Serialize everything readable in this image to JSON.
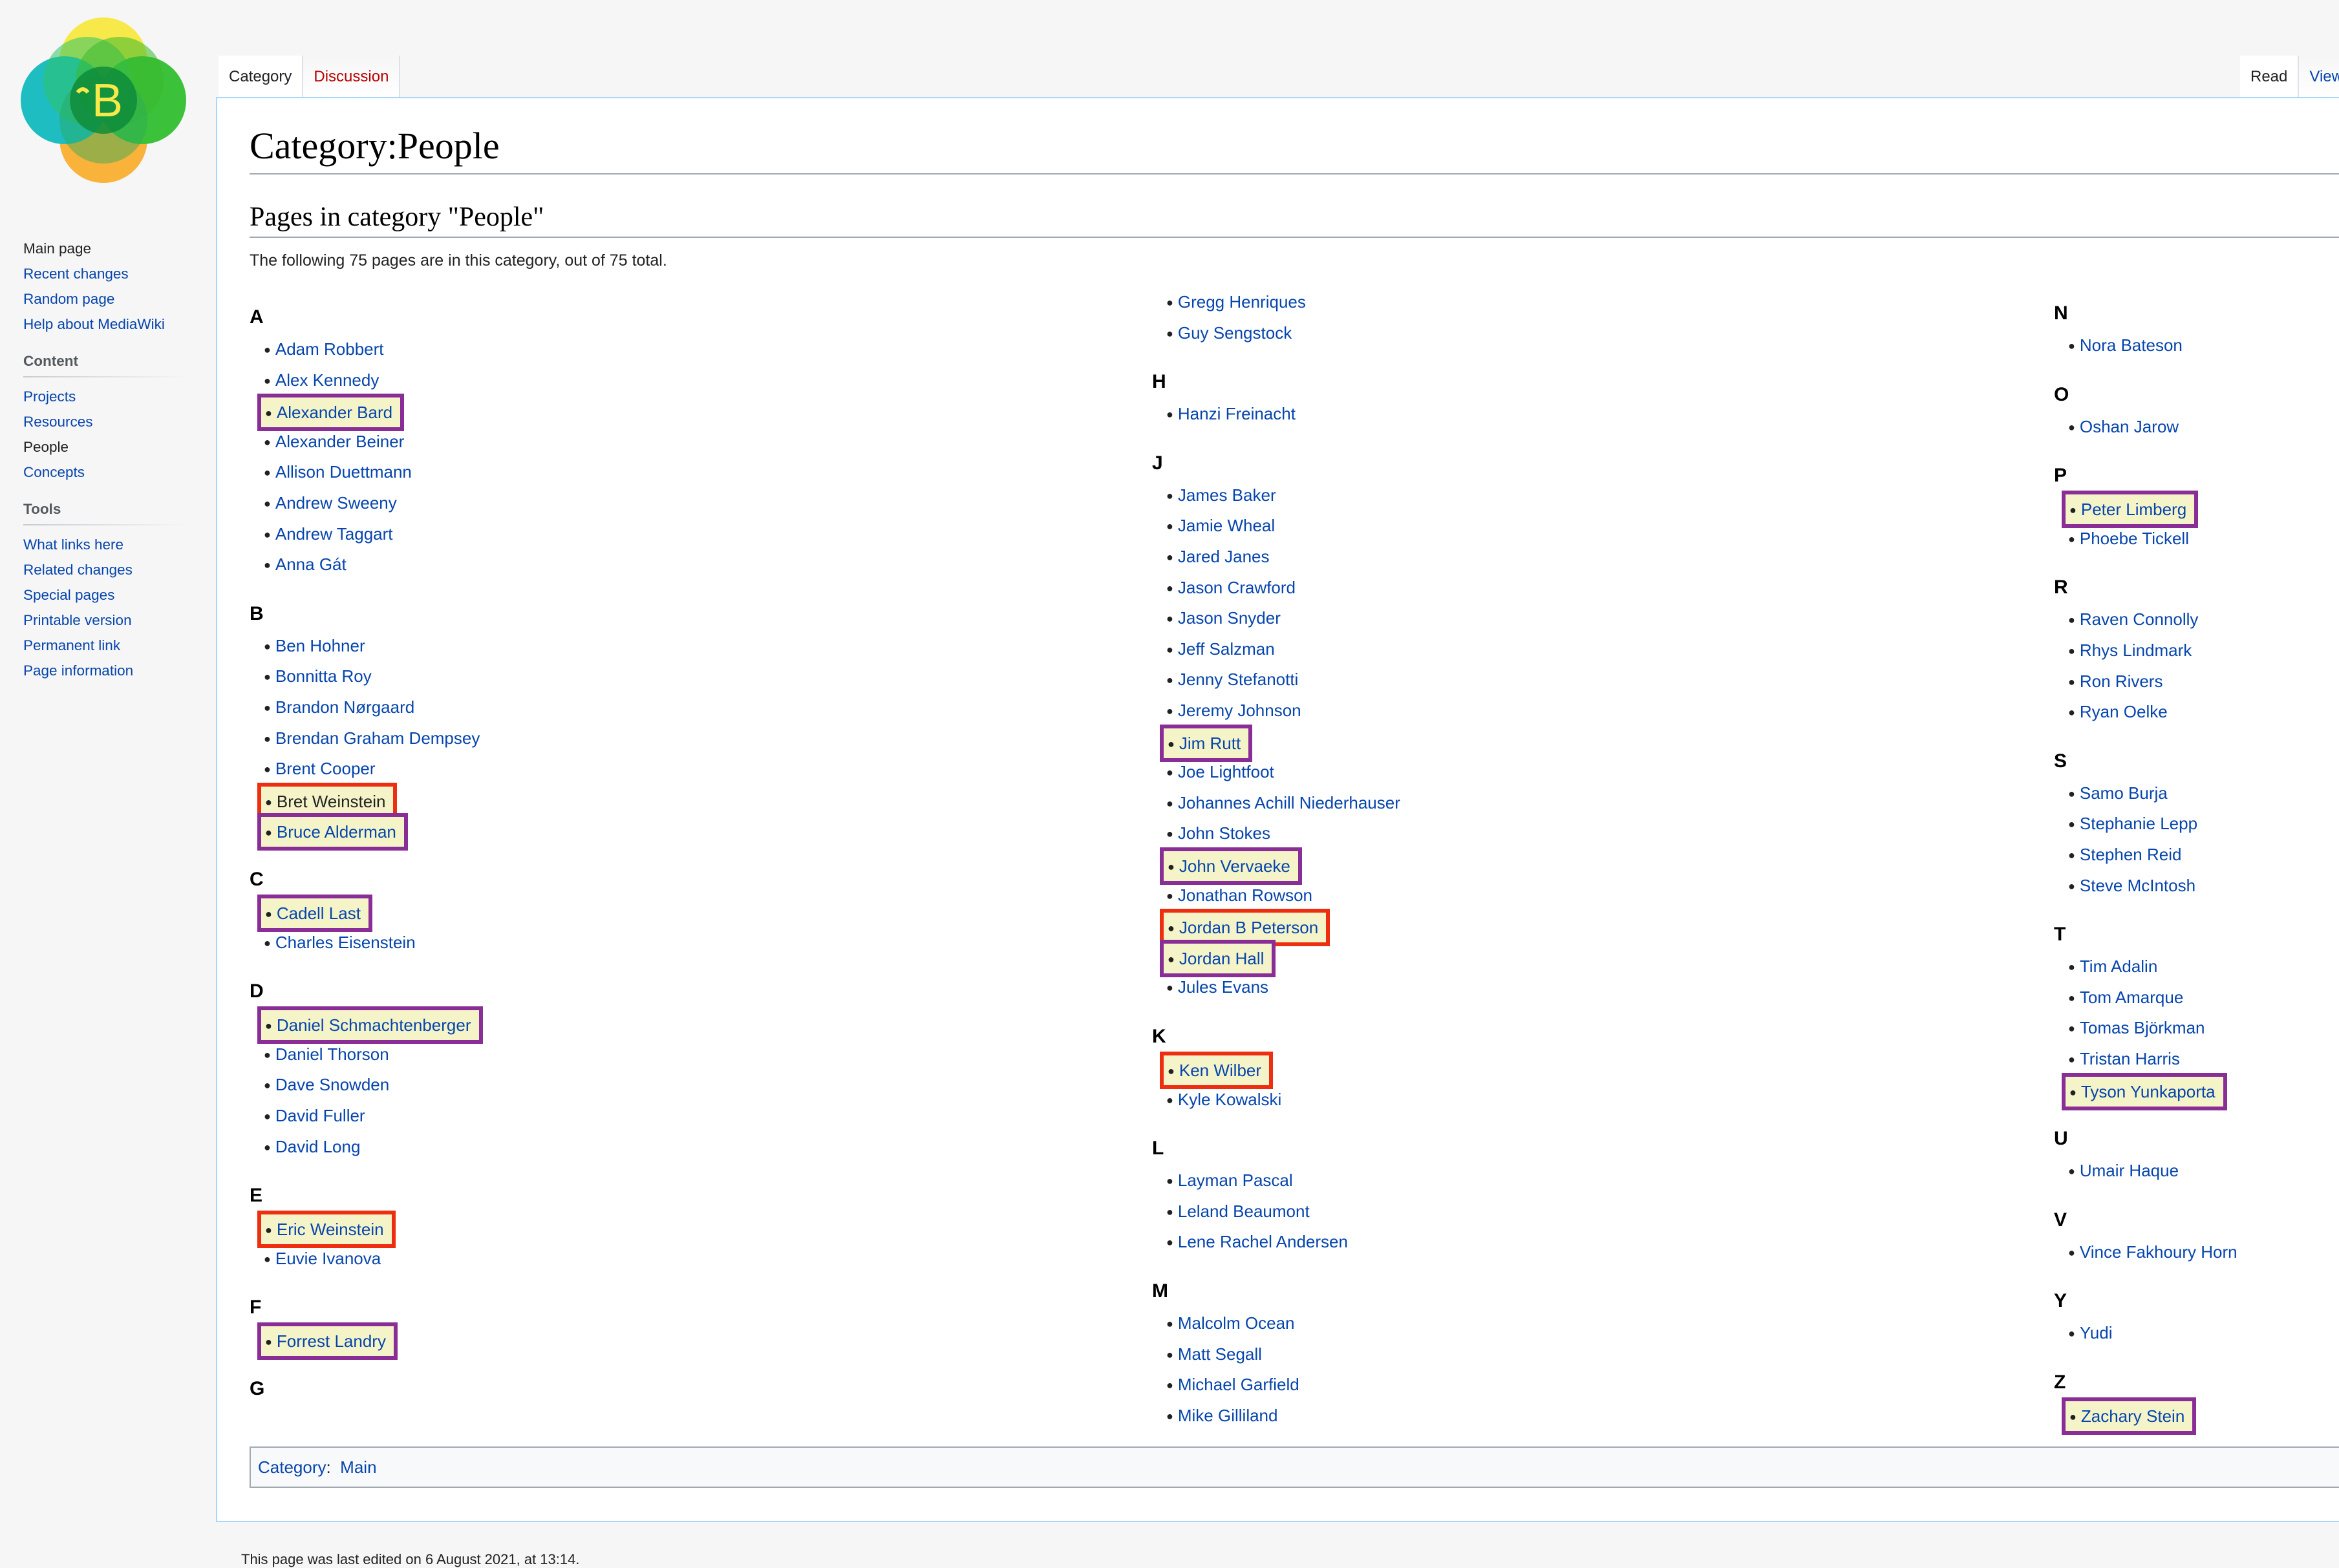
{
  "site": {
    "logo_letter": "B",
    "colors": {
      "logo_yellow": "#f7e94a",
      "logo_green": "#3cc13a",
      "logo_teal": "#1dbdc2",
      "logo_orange": "#f9b23a",
      "link": "#0645ad",
      "highlight_purple": "#8a2e97",
      "highlight_red": "#ee2e10",
      "highlight_fill": "#f5f4c9"
    }
  },
  "sidebar": {
    "navigation": [
      {
        "label": "Main page",
        "current": true
      },
      {
        "label": "Recent changes"
      },
      {
        "label": "Random page"
      },
      {
        "label": "Help about MediaWiki"
      }
    ],
    "content_heading": "Content",
    "content": [
      {
        "label": "Projects"
      },
      {
        "label": "Resources"
      },
      {
        "label": "People",
        "current": true
      },
      {
        "label": "Concepts"
      }
    ],
    "tools_heading": "Tools",
    "tools": [
      {
        "label": "What links here"
      },
      {
        "label": "Related changes"
      },
      {
        "label": "Special pages"
      },
      {
        "label": "Printable version"
      },
      {
        "label": "Permanent link"
      },
      {
        "label": "Page information"
      }
    ]
  },
  "tabs": {
    "left": [
      {
        "label": "Category",
        "selected": true
      },
      {
        "label": "Discussion",
        "new": true
      }
    ],
    "right": [
      {
        "label": "Read",
        "selected": true
      },
      {
        "label": "View"
      }
    ]
  },
  "page": {
    "title": "Category:People",
    "subheading": "Pages in category \"People\"",
    "intro": "The following 75 pages are in this category, out of 75 total.",
    "columns": [
      {
        "groups": [
          {
            "letter": "A",
            "entries": [
              {
                "name": "Adam Robbert"
              },
              {
                "name": "Alex Kennedy"
              },
              {
                "name": "Alexander Bard",
                "mark": "purple"
              },
              {
                "name": "Alexander Beiner"
              },
              {
                "name": "Allison Duettmann"
              },
              {
                "name": "Andrew Sweeny"
              },
              {
                "name": "Andrew Taggart"
              },
              {
                "name": "Anna Gát"
              }
            ]
          },
          {
            "letter": "B",
            "entries": [
              {
                "name": "Ben Hohner"
              },
              {
                "name": "Bonnitta Roy"
              },
              {
                "name": "Brandon Nørgaard"
              },
              {
                "name": "Brendan Graham Dempsey"
              },
              {
                "name": "Brent Cooper"
              },
              {
                "name": "Bret Weinstein",
                "mark": "red",
                "dark": true
              },
              {
                "name": "Bruce Alderman",
                "mark": "purple"
              }
            ]
          },
          {
            "letter": "C",
            "entries": [
              {
                "name": "Cadell Last",
                "mark": "purple"
              },
              {
                "name": "Charles Eisenstein"
              }
            ]
          },
          {
            "letter": "D",
            "entries": [
              {
                "name": "Daniel Schmachtenberger",
                "mark": "purple"
              },
              {
                "name": "Daniel Thorson"
              },
              {
                "name": "Dave Snowden"
              },
              {
                "name": "David Fuller"
              },
              {
                "name": "David Long"
              }
            ]
          },
          {
            "letter": "E",
            "entries": [
              {
                "name": "Eric Weinstein",
                "mark": "red"
              },
              {
                "name": "Euvie Ivanova"
              }
            ]
          },
          {
            "letter": "F",
            "entries": [
              {
                "name": "Forrest Landry",
                "mark": "purple"
              }
            ]
          },
          {
            "letter": "G",
            "entries": []
          }
        ]
      },
      {
        "groups": [
          {
            "letter": "",
            "entries": [
              {
                "name": "Gregg Henriques"
              },
              {
                "name": "Guy Sengstock"
              }
            ]
          },
          {
            "letter": "H",
            "entries": [
              {
                "name": "Hanzi Freinacht"
              }
            ]
          },
          {
            "letter": "J",
            "entries": [
              {
                "name": "James Baker"
              },
              {
                "name": "Jamie Wheal"
              },
              {
                "name": "Jared Janes"
              },
              {
                "name": "Jason Crawford"
              },
              {
                "name": "Jason Snyder"
              },
              {
                "name": "Jeff Salzman"
              },
              {
                "name": "Jenny Stefanotti"
              },
              {
                "name": "Jeremy Johnson"
              },
              {
                "name": "Jim Rutt",
                "mark": "purple"
              },
              {
                "name": "Joe Lightfoot"
              },
              {
                "name": "Johannes Achill Niederhauser"
              },
              {
                "name": "John Stokes"
              },
              {
                "name": "John Vervaeke",
                "mark": "purple"
              },
              {
                "name": "Jonathan Rowson"
              },
              {
                "name": "Jordan B Peterson",
                "mark": "red"
              },
              {
                "name": "Jordan Hall",
                "mark": "purple"
              },
              {
                "name": "Jules Evans"
              }
            ]
          },
          {
            "letter": "K",
            "entries": [
              {
                "name": "Ken Wilber",
                "mark": "red"
              },
              {
                "name": "Kyle Kowalski"
              }
            ]
          },
          {
            "letter": "L",
            "entries": [
              {
                "name": "Layman Pascal"
              },
              {
                "name": "Leland Beaumont"
              },
              {
                "name": "Lene Rachel Andersen"
              }
            ]
          },
          {
            "letter": "M",
            "entries": [
              {
                "name": "Malcolm Ocean"
              },
              {
                "name": "Matt Segall"
              },
              {
                "name": "Michael Garfield"
              },
              {
                "name": "Mike Gilliland"
              }
            ]
          }
        ]
      },
      {
        "groups": [
          {
            "letter": "N",
            "entries": [
              {
                "name": "Nora Bateson"
              }
            ]
          },
          {
            "letter": "O",
            "entries": [
              {
                "name": "Oshan Jarow"
              }
            ]
          },
          {
            "letter": "P",
            "entries": [
              {
                "name": "Peter Limberg",
                "mark": "purple"
              },
              {
                "name": "Phoebe Tickell"
              }
            ]
          },
          {
            "letter": "R",
            "entries": [
              {
                "name": "Raven Connolly"
              },
              {
                "name": "Rhys Lindmark"
              },
              {
                "name": "Ron Rivers"
              },
              {
                "name": "Ryan Oelke"
              }
            ]
          },
          {
            "letter": "S",
            "entries": [
              {
                "name": "Samo Burja"
              },
              {
                "name": "Stephanie Lepp"
              },
              {
                "name": "Stephen Reid"
              },
              {
                "name": "Steve McIntosh"
              }
            ]
          },
          {
            "letter": "T",
            "entries": [
              {
                "name": "Tim Adalin"
              },
              {
                "name": "Tom Amarque"
              },
              {
                "name": "Tomas Björkman"
              },
              {
                "name": "Tristan Harris"
              },
              {
                "name": "Tyson Yunkaporta",
                "mark": "purple"
              }
            ]
          },
          {
            "letter": "U",
            "entries": [
              {
                "name": "Umair Haque"
              }
            ]
          },
          {
            "letter": "V",
            "entries": [
              {
                "name": "Vince Fakhoury Horn"
              }
            ]
          },
          {
            "letter": "Y",
            "entries": [
              {
                "name": "Yudi"
              }
            ]
          },
          {
            "letter": "Z",
            "entries": [
              {
                "name": "Zachary Stein",
                "mark": "purple"
              }
            ]
          }
        ]
      }
    ],
    "catlinks": {
      "label": "Category",
      "categories": [
        "Main"
      ]
    }
  },
  "footer": {
    "text": "This page was last edited on 6 August 2021, at 13:14."
  }
}
